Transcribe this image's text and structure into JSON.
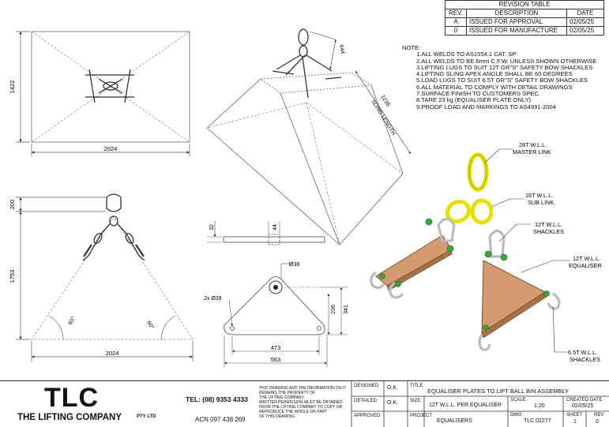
{
  "revision_table": {
    "title": "REVISION TABLE",
    "headers": [
      "REV.",
      "DESCRIPTION",
      "DATE"
    ],
    "rows": [
      {
        "rev": "A",
        "description": "ISSUED FOR APPROVAL",
        "date": "02/05/25"
      },
      {
        "rev": "0",
        "description": "ISSUED FOR MANUFACTURE",
        "date": "02/05/25"
      }
    ]
  },
  "notes": {
    "heading": "NOTE:",
    "items": [
      "1.ALL WELDS TO AS1554.1 CAT. SP",
      "2.ALL WELDS TO BE 6mm C.F.W. UNLESS SHOWN OTHERWISE",
      "3.LIFTING LUGS TO SUIT 12T GR\"S\" SAFETY BOW SHACKLES",
      "4.LIFTING SLING APEX ANGLE SHALL BE 60 DEGREES",
      "5.LOAD LUGS TO SUIT 6.5T GR\"S\" SAFETY BOW SHACKLES",
      "6.ALL MATERIAL TO COMPLY WITH DETAIL DRAWINGS",
      "7.SURFACE FINISH TO CUSTOMERS SPEC.",
      "8.TARE 23 kg (EQUALISER PLATE ONLY)",
      "9.PROOF LOAD AND MARKINGS TO AS4991-2004"
    ]
  },
  "dimensions": {
    "plan_width": "2024",
    "plan_height": "1422",
    "iso_link": "644",
    "iso_sling_value": "1235",
    "iso_sling_label": "SLING LENGTH",
    "front_top": "200",
    "front_height": "1753",
    "front_width": "2024",
    "angle_left": "60°",
    "angle_right": "60°",
    "plate_thk1": "32",
    "plate_thk2": "44",
    "plate_hole_top": "Ø38",
    "plate_holes": "2x Ø28",
    "plate_h1": "236",
    "plate_h2": "341",
    "plate_w1": "473",
    "plate_w2": "563"
  },
  "callouts": {
    "master_link": [
      "28T W.L.L.",
      "MASTER LINK"
    ],
    "sub_link": [
      "16T W.L.L.",
      "SUB LINK"
    ],
    "shackles_12": [
      "12T W.L.L.",
      "SHACKLES"
    ],
    "equaliser": [
      "12T W.L.L.",
      "EQUALISER"
    ],
    "shackles_65": [
      "6.5T W.L.L.",
      "SHACKLES"
    ]
  },
  "title_block": {
    "logo": "TLC",
    "company": "THE LIFTING COMPANY",
    "pty": "PTY LTD",
    "tel": "TEL: (08) 9353 4333",
    "acn": "ACN 097 438 269",
    "disclaimer": [
      "THIS DRAWING AND THE INFORMATION ON IT",
      "REMAINS THE PROPERTY OF",
      "THE LIFTING COMPANY.",
      "WRITTEN PERMISSION MUST BE OBTAINED",
      "FROM THE LIFTING COMPANY TO COPY OR",
      "REPRODUCE THE WHOLE OR PART",
      "OF THIS DRAWING."
    ],
    "designed_label": "DESIGNED",
    "designed": "O.K.",
    "detailed_label": "DETAILED",
    "detailed": "O.K.",
    "approved_label": "APPROVED",
    "title_label": "TITLE",
    "title": "EQUALISER PLATES TO LIFT BALL BIN ASSEMBLY",
    "size_label": "SIZE",
    "size": "12T W.L.L. PER EQUALISER",
    "scale_label": "SCALE",
    "scale": "1:20",
    "created_label": "CREATED DATE",
    "created": "02/05/25",
    "project_label": "PROJECT",
    "project": "EQUALISERS",
    "dwg_label": "DWG",
    "dwg": "TLC 02277",
    "sheet_label": "SHEET",
    "sheet": "1",
    "rev_label": "REV",
    "rev": "0"
  },
  "colors": {
    "link_yellow": "#e8e000",
    "plate_copper": "#d49a70",
    "bolt_green": "#3aa53a",
    "shackle_grey": "#b8bcc2"
  }
}
